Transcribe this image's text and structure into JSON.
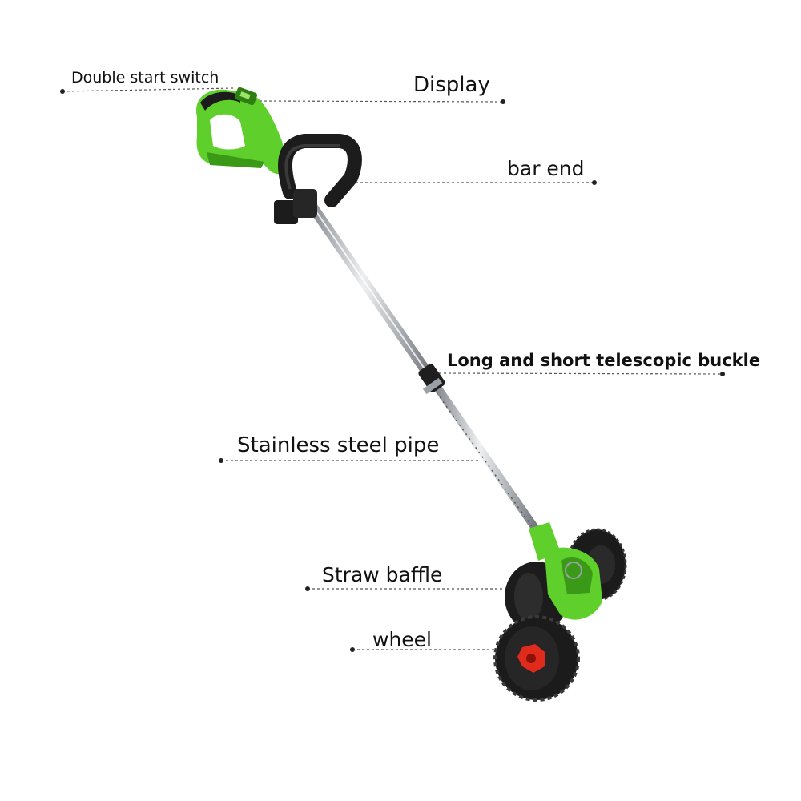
{
  "labels": {
    "double_start_switch": "Double start switch",
    "display": "Display",
    "bar_end": "bar end",
    "telescopic_buckle": "Long and short telescopic buckle",
    "stainless_pipe": "Stainless steel pipe",
    "straw_baffle": "Straw baffle",
    "wheel": "wheel"
  },
  "colors": {
    "body_green": "#5fcf2b",
    "dark_green": "#3a9a17",
    "handle_black": "#1c1c1c",
    "pipe_silver": "#b9bdc2",
    "hub_red": "#e02a1c",
    "leader_line": "#555555"
  }
}
